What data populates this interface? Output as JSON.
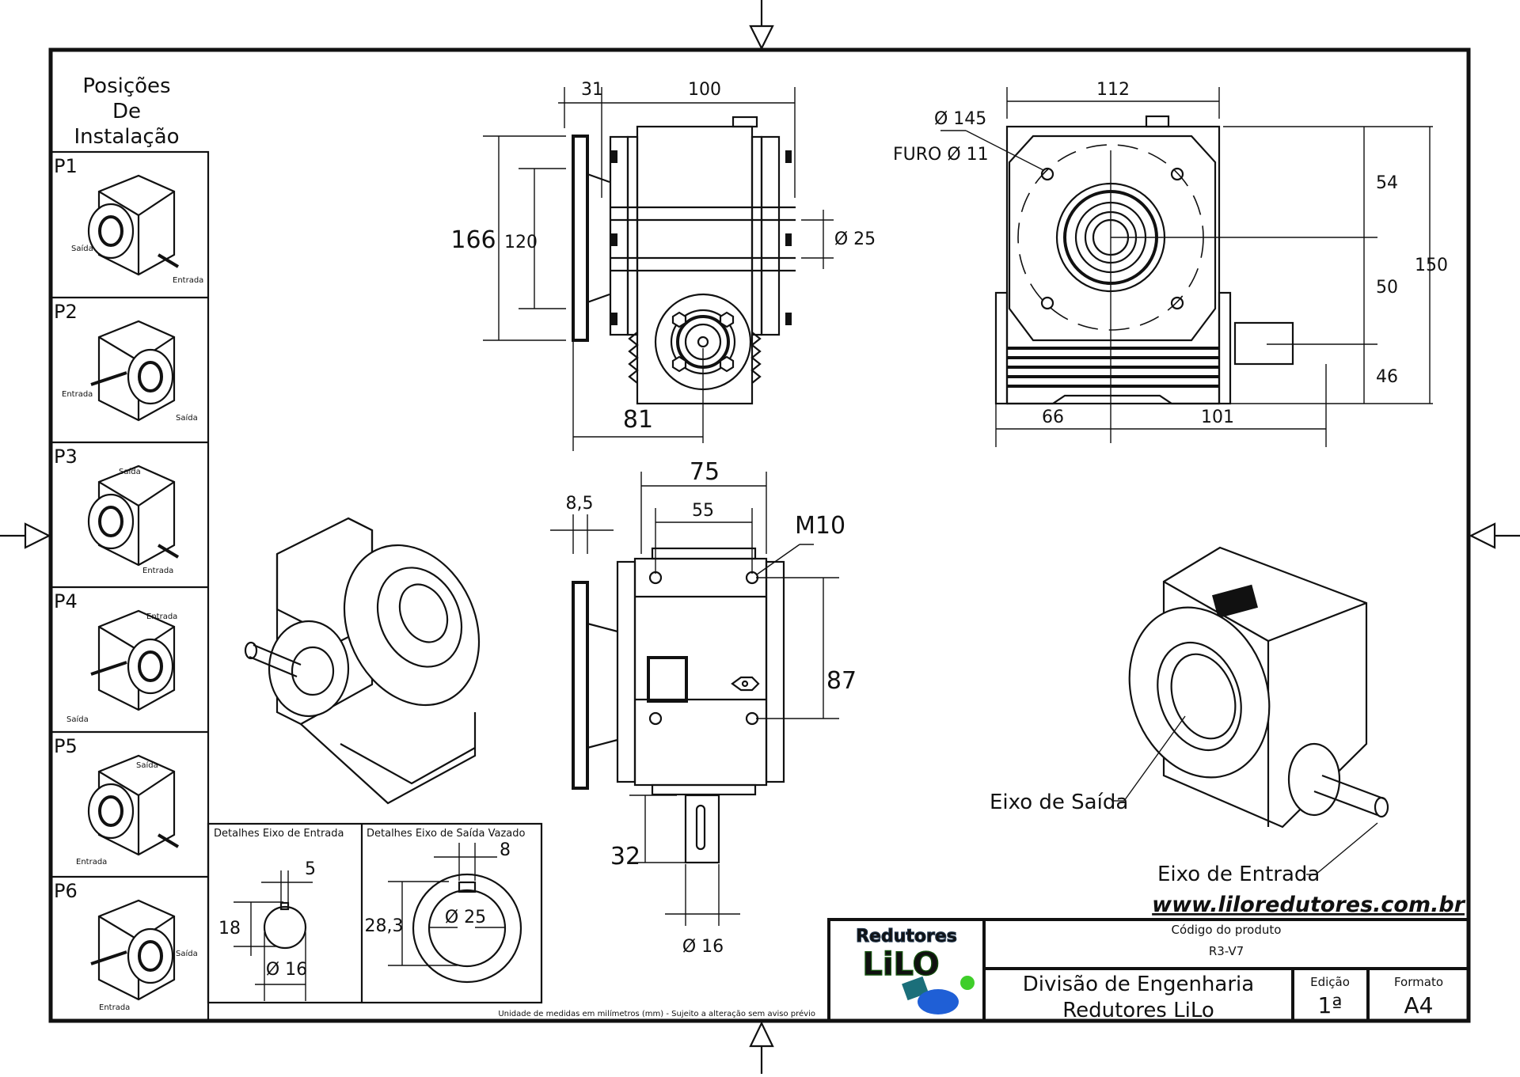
{
  "sheet": {
    "positions_title": [
      "Posições",
      "De",
      "Instalação"
    ],
    "positions": [
      {
        "id": "P1",
        "labels": {
          "saida": "Saída",
          "entrada": "Entrada"
        }
      },
      {
        "id": "P2",
        "labels": {
          "saida": "Saída",
          "entrada": "Entrada"
        }
      },
      {
        "id": "P3",
        "labels": {
          "saida": "Saída",
          "entrada": "Entrada"
        }
      },
      {
        "id": "P4",
        "labels": {
          "saida": "Saída",
          "entrada": "Entrada"
        }
      },
      {
        "id": "P5",
        "labels": {
          "saida": "Saída",
          "entrada": "Entrada"
        }
      },
      {
        "id": "P6",
        "labels": {
          "saida": "Saída",
          "entrada": "Entrada"
        }
      }
    ],
    "front_view": {
      "dims": {
        "flange_width": "31",
        "body_width": "100",
        "flange_height": "166",
        "bolt_spacing": "120",
        "output_bore": "Ø 25",
        "input_axis_offset": "81"
      }
    },
    "side_view": {
      "dims": {
        "width": "112",
        "pcd": "Ø 145",
        "hole": "FURO Ø 11",
        "upper": "54",
        "middle": "50",
        "lower": "46",
        "total_height": "150",
        "left_offset": "66",
        "right_offset": "101"
      }
    },
    "bottom_view": {
      "dims": {
        "flange_thickness": "8,5",
        "overall_width": "75",
        "hole_spacing_x": "55",
        "thread": "M10",
        "hole_spacing_y": "87",
        "shaft_length": "32",
        "shaft_diameter": "Ø 16"
      }
    },
    "iso_labels": {
      "output": "Eixo de Saída",
      "input": "Eixo de Entrada"
    },
    "details": {
      "input": {
        "title": "Detalhes Eixo de Entrada",
        "key_width": "5",
        "key_height": "18",
        "diameter": "Ø 16"
      },
      "output": {
        "title": "Detalhes Eixo de Saída Vazado",
        "key_width": "8",
        "key_height": "28,3",
        "diameter": "Ø 25"
      }
    },
    "note": "Unidade de medidas em milímetros (mm) - Sujeito a alteração sem aviso prévio",
    "website": "www.liloredutores.com.br",
    "title_block": {
      "logo_top": "Redutores",
      "logo_main": "LiLO",
      "product_code_label": "Código do produto",
      "product_code": "R3-V7",
      "division_line1": "Divisão de Engenharia",
      "division_line2": "Redutores LiLo",
      "edition_label": "Edição",
      "edition": "1ª",
      "format_label": "Formato",
      "format": "A4"
    },
    "colors": {
      "ink": "#111111",
      "logo_green": "#2e9e1e",
      "logo_blue": "#1f5fd6",
      "logo_teal": "#1b6f7a",
      "logo_silver": "#9fb3c8"
    }
  }
}
